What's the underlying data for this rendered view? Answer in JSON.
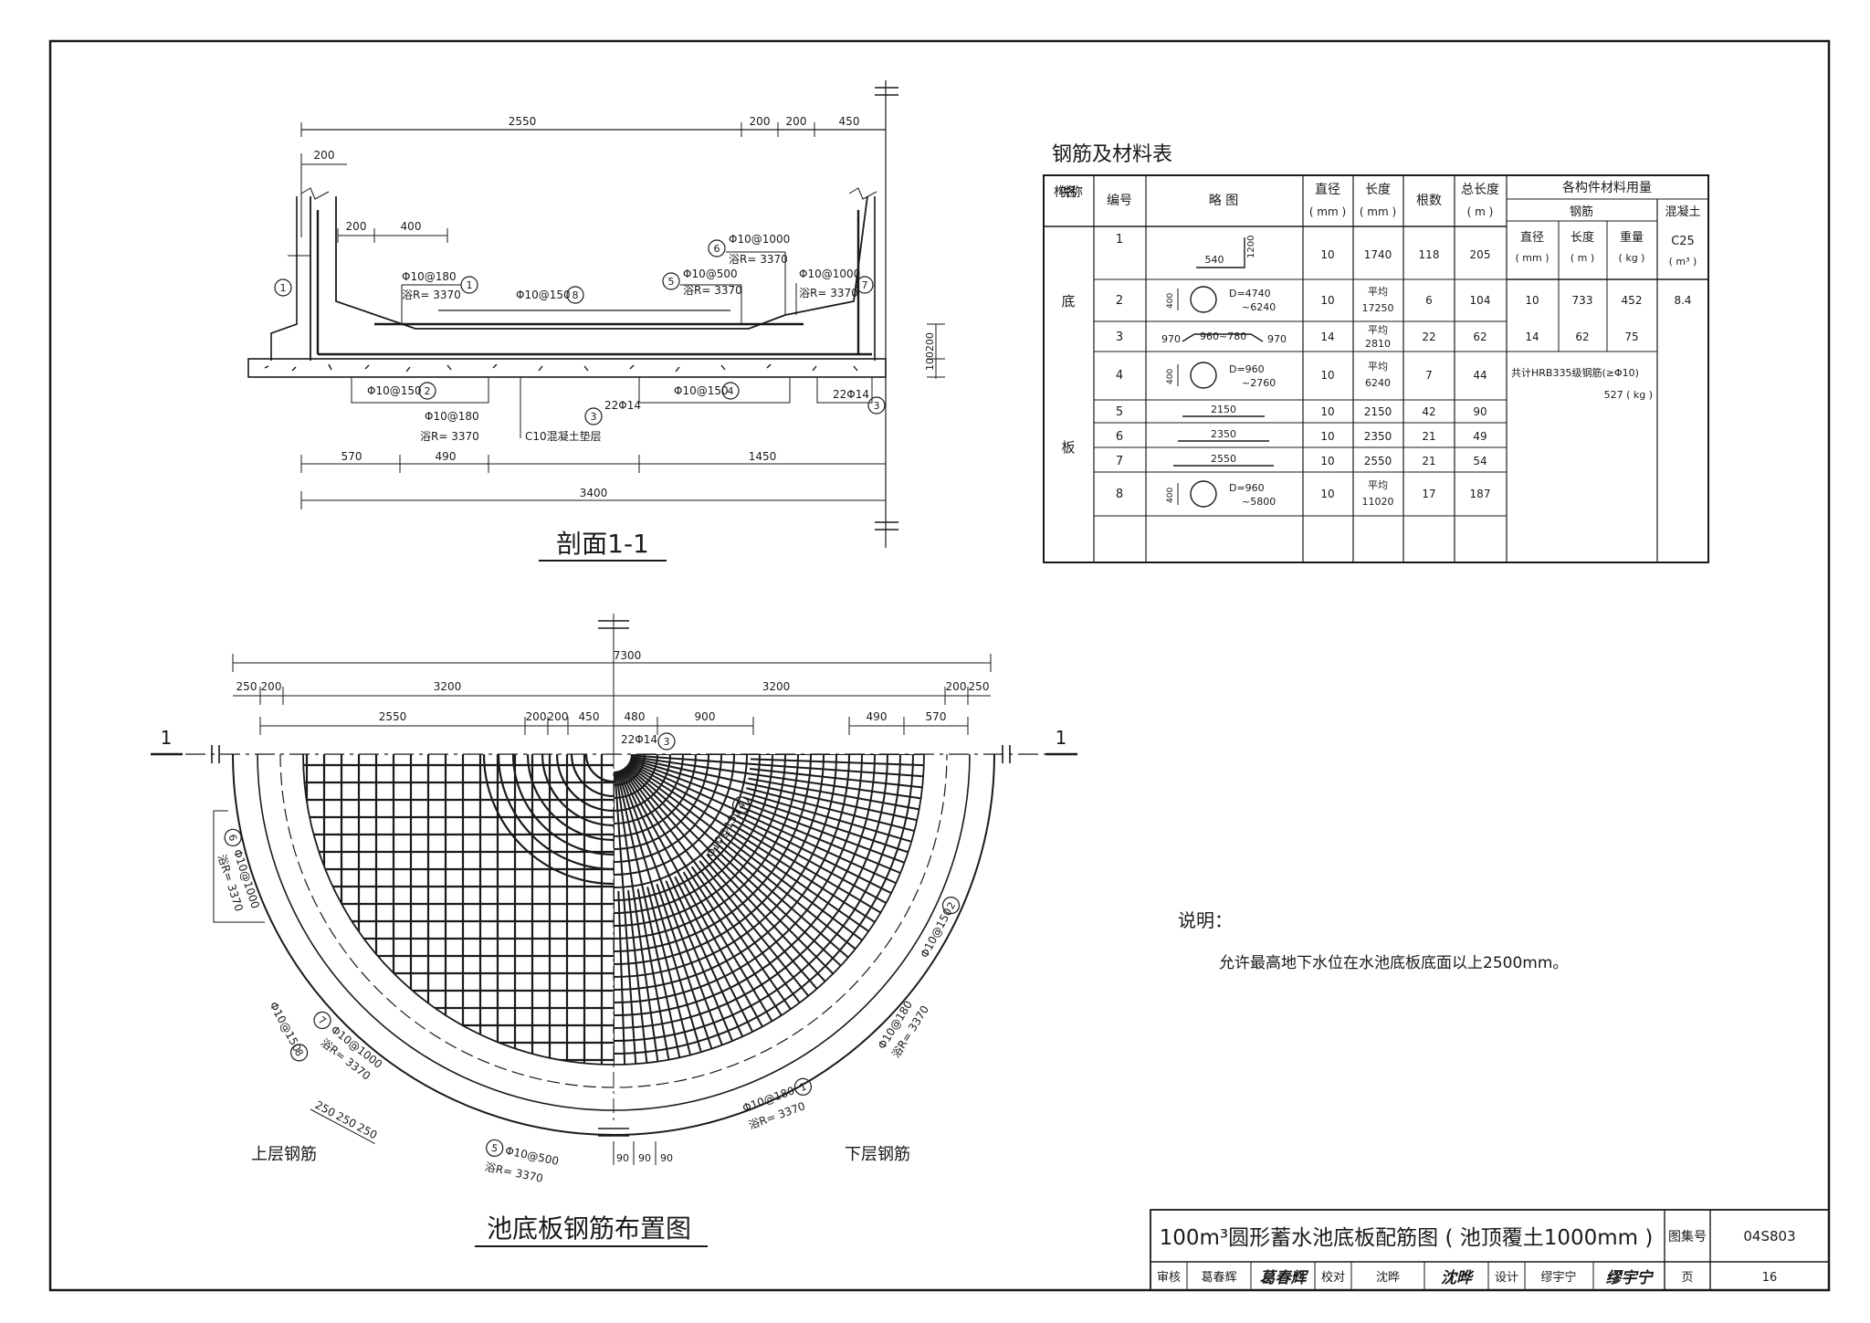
{
  "section": {
    "title": "剖面1-1",
    "dims_top": [
      "2550",
      "200",
      "200",
      "450"
    ],
    "dim_200_left": "200",
    "dims_inner": [
      "200",
      "400"
    ],
    "dims_bottom": [
      "570",
      "490",
      "1450"
    ],
    "dim_total": "3400",
    "dims_right": [
      "100",
      "200"
    ],
    "circle_labels": [
      "1",
      "2",
      "3",
      "4",
      "5",
      "6",
      "7",
      "8"
    ],
    "callouts": {
      "c1": "Φ10@180",
      "c1r": "浴R= 3370",
      "c8": "Φ10@150",
      "c5": "Φ10@500",
      "c5r": "浴R= 3370",
      "c6": "Φ10@1000",
      "c6r": "浴R= 3370",
      "c7": "Φ10@1000",
      "c7r": "浴R= 3370",
      "c2": "Φ10@150",
      "c2b": "Φ10@180",
      "c2br": "浴R= 3370",
      "c3a": "22Φ14",
      "c4": "Φ10@150",
      "c3b": "22Φ14",
      "cushion": "C10混凝土垫层"
    }
  },
  "plan": {
    "title": "池底板钢筋布置图",
    "section_mark": "1",
    "dim_total": "7300",
    "dims_row1": [
      "250",
      "200",
      "3200",
      "3200",
      "200",
      "250"
    ],
    "dims_row2": [
      "2550",
      "200",
      "200",
      "450",
      "480",
      "900",
      "490",
      "570"
    ],
    "bottom_dims": [
      "250",
      "250",
      "250"
    ],
    "center_dims": [
      "90",
      "90",
      "90"
    ],
    "top_layer": "上层钢筋",
    "bottom_layer": "下层钢筋",
    "callouts": {
      "p3": "22Φ14",
      "p4": "Φ10@150",
      "p6": "Φ10@1000",
      "p6r": "浴R= 3370",
      "p8": "Φ10@150",
      "p7": "Φ10@1000",
      "p7r": "浴R= 3370",
      "p5": "Φ10@500",
      "p5r": "浴R= 3370",
      "p1": "Φ10@180",
      "p1r": "浴R= 3370",
      "p1b": "Φ10@180",
      "p1br": "浴R= 3370",
      "p2": "Φ10@150"
    }
  },
  "table": {
    "title": "钢筋及材料表",
    "headers": {
      "component": "构件名称",
      "number": "编号",
      "sketch": "略 图",
      "diameter": "直径",
      "diameter_unit": "( mm )",
      "length": "长度",
      "length_unit": "( mm )",
      "count": "根数",
      "total_length": "总长度",
      "total_length_unit": "( m )",
      "usage": "各构件材料用量",
      "steel": "钢筋",
      "concrete": "混凝土",
      "sub_diameter": "直径",
      "sub_diameter_unit": "( mm )",
      "sub_length": "长度",
      "sub_length_unit": "( m )",
      "sub_weight": "重量",
      "sub_weight_unit": "( kg )",
      "sub_concrete": "C25",
      "sub_concrete_unit": "( m³ )"
    },
    "component_chars": [
      "底",
      "板"
    ],
    "rows": [
      {
        "no": "1",
        "sketch": "540",
        "sketch_b": "1200",
        "d": "10",
        "len": "1740",
        "len2": "",
        "cnt": "118",
        "total": "205"
      },
      {
        "no": "2",
        "sketch": "D=4740",
        "sketch_b": "~6240",
        "d": "10",
        "len": "平均",
        "len2": "17250",
        "cnt": "6",
        "total": "104"
      },
      {
        "no": "3",
        "sketch": "970",
        "sketch_b": "960~780",
        "d": "14",
        "len": "平均",
        "len2": "2810",
        "cnt": "22",
        "total": "62"
      },
      {
        "no": "4",
        "sketch": "D=960",
        "sketch_b": "~2760",
        "d": "10",
        "len": "平均",
        "len2": "6240",
        "cnt": "7",
        "total": "44"
      },
      {
        "no": "5",
        "sketch": "2150",
        "sketch_b": "",
        "d": "10",
        "len": "2150",
        "len2": "",
        "cnt": "42",
        "total": "90"
      },
      {
        "no": "6",
        "sketch": "2350",
        "sketch_b": "",
        "d": "10",
        "len": "2350",
        "len2": "",
        "cnt": "21",
        "total": "49"
      },
      {
        "no": "7",
        "sketch": "2550",
        "sketch_b": "",
        "d": "10",
        "len": "2550",
        "len2": "",
        "cnt": "21",
        "total": "54"
      },
      {
        "no": "8",
        "sketch": "D=960",
        "sketch_b": "~5800",
        "d": "10",
        "len": "平均",
        "len2": "11020",
        "cnt": "17",
        "total": "187"
      }
    ],
    "sketch_small": "400",
    "sketch_970b": "970",
    "usage_rows": [
      {
        "d": "10",
        "len": "733",
        "w": "452"
      },
      {
        "d": "14",
        "len": "62",
        "w": "75"
      }
    ],
    "concrete_value": "8.4",
    "total_note": "共计HRB335级钢筋(≥Φ10)",
    "total_value": "527 ( kg )"
  },
  "notes": {
    "heading": "说明：",
    "text": "允许最高地下水位在水池底板底面以上2500mm。"
  },
  "titleblock": {
    "title": "100m³圆形蓄水池底板配筋图 ( 池顶覆土1000mm )",
    "atlas_label": "图集号",
    "atlas_no": "04S803",
    "review_label": "审核",
    "reviewer": "葛春辉",
    "check_label": "校对",
    "checker": "沈晔",
    "design_label": "设计",
    "designer": "缪宇宁",
    "page_label": "页",
    "page_no": "16",
    "sig1": "葛春辉",
    "sig2": "沈晔",
    "sig3": "缪宇宁"
  }
}
